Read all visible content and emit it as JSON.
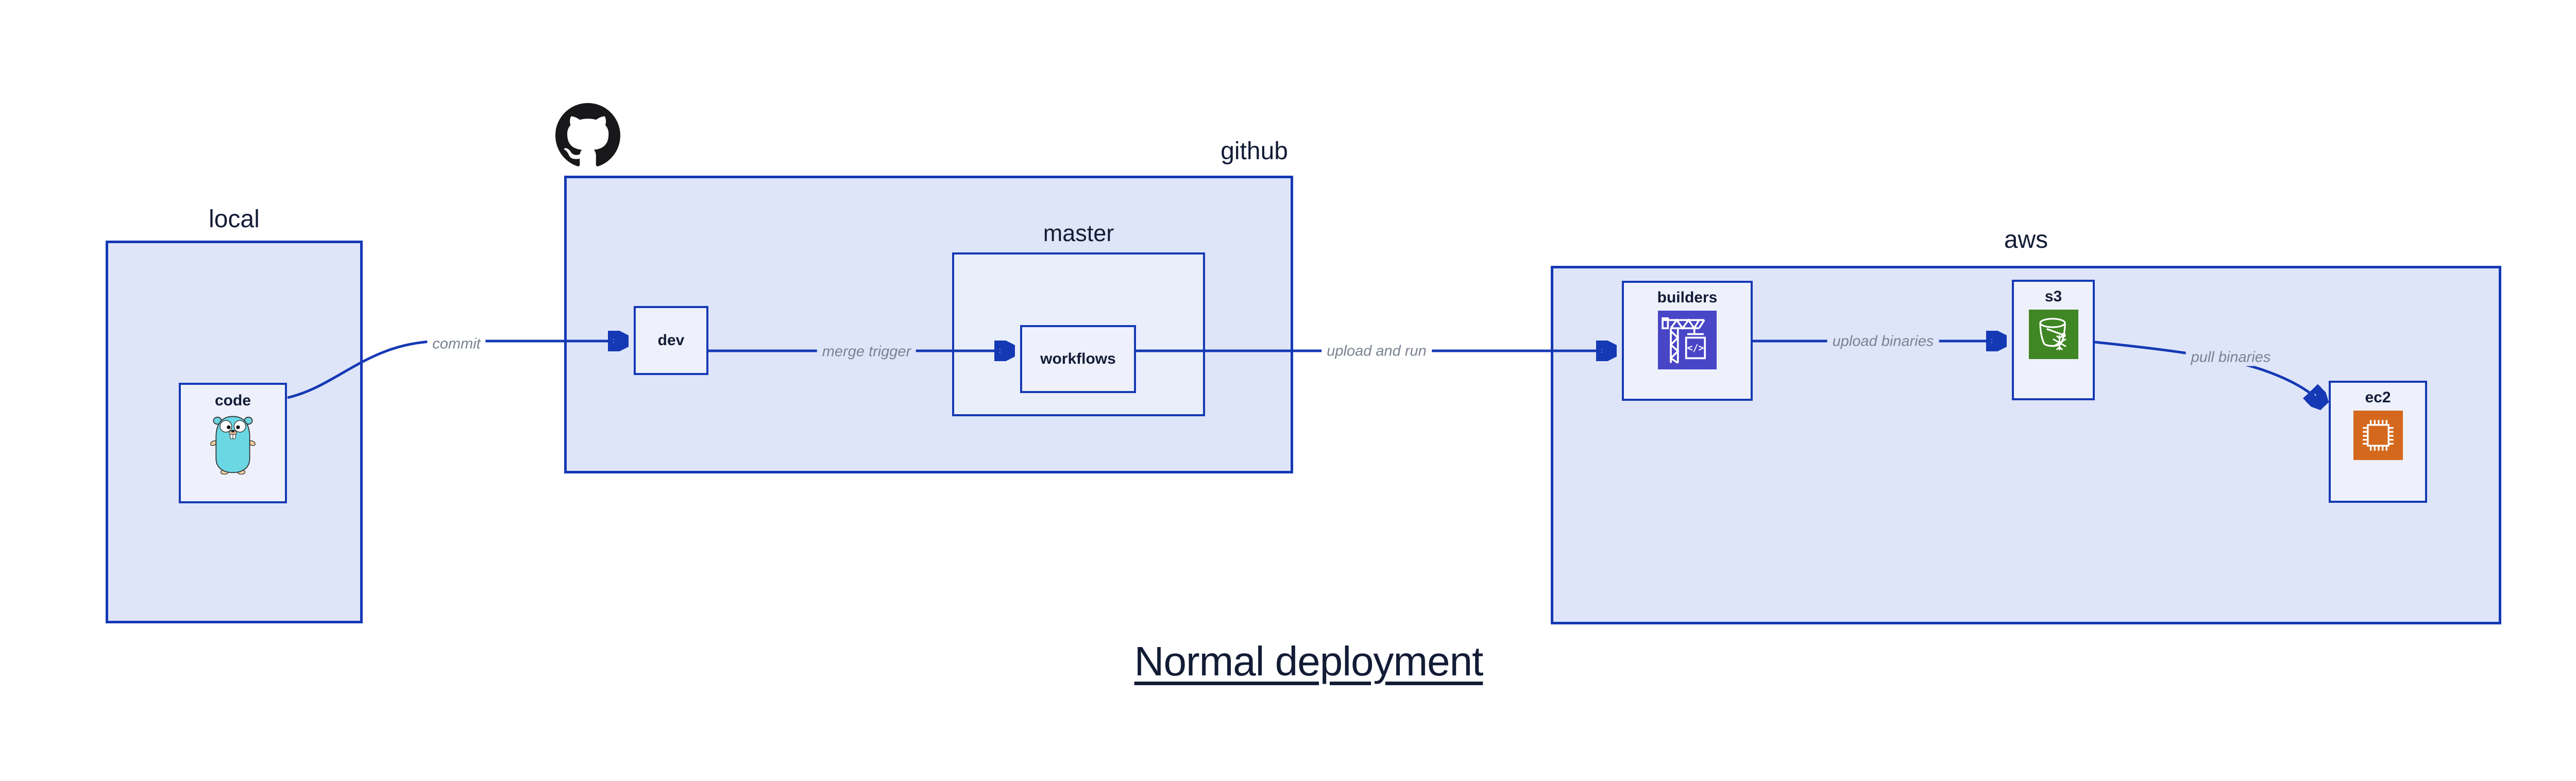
{
  "title": "Normal deployment",
  "groups": {
    "local": {
      "label": "local"
    },
    "github": {
      "label": "github"
    },
    "master": {
      "label": "master"
    },
    "aws": {
      "label": "aws"
    }
  },
  "nodes": {
    "code": {
      "label": "code",
      "icon": "go-gopher-icon"
    },
    "dev": {
      "label": "dev"
    },
    "workflows": {
      "label": "workflows"
    },
    "builders": {
      "label": "builders",
      "icon": "codebuild-crane-icon",
      "icon_glyph": "</>"
    },
    "s3": {
      "label": "s3",
      "icon": "s3-glacier-bucket-icon"
    },
    "ec2": {
      "label": "ec2",
      "icon": "ec2-chip-icon"
    }
  },
  "edges": {
    "commit": {
      "label": "commit",
      "from": "code",
      "to": "dev"
    },
    "merge_trigger": {
      "label": "merge trigger",
      "from": "dev",
      "to": "workflows"
    },
    "upload_and_run": {
      "label": "upload and run",
      "from": "workflows",
      "to": "builders"
    },
    "upload_binaries": {
      "label": "upload binaries",
      "from": "builders",
      "to": "s3"
    },
    "pull_binaries": {
      "label": "pull binaries",
      "from": "s3",
      "to": "ec2"
    }
  },
  "logos": {
    "github": "github-octocat-icon"
  },
  "colors": {
    "accent_blue": "#1539b4",
    "group_fill": "#dee5f9",
    "inner_group_fill": "#e9eefb",
    "node_fill": "#eef1fc",
    "label_navy": "#131c36",
    "edge_label_gray": "#7b8291",
    "builders_icon_bg": "#4845c7",
    "s3_icon_bg": "#3f8624",
    "ec2_icon_bg": "#d4691e",
    "gopher_teal": "#6bd7e3",
    "github_black": "#18181b"
  }
}
